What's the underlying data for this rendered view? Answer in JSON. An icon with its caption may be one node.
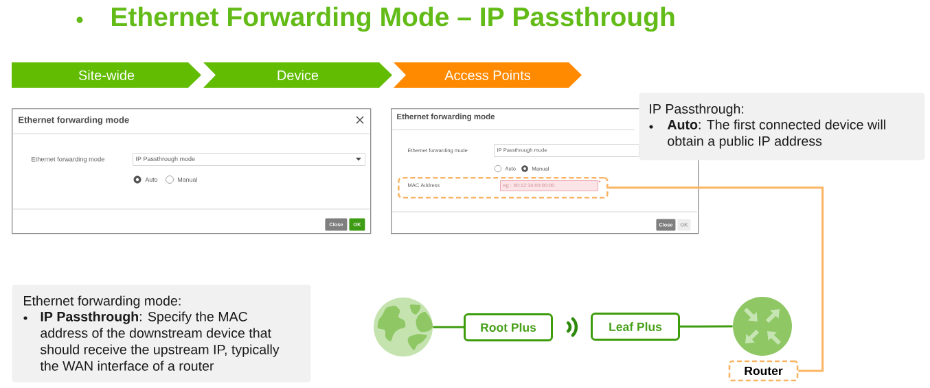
{
  "diagram": {
    "title": "Ethernet Forwarding Mode – IP Passthrough",
    "nodes": [
      {
        "text": [
          "Site-wide"
        ]
      },
      {
        "text": [
          "Device"
        ]
      },
      {
        "text": [
          "Access Points"
        ]
      },
      {
        "text": [
          "Ethernet forwarding mode",
          "Ethernet forwarding mode",
          "Auto",
          "Manual"
        ]
      },
      {
        "text": [
          "IP Passthrough mode"
        ],
        "in": 3
      },
      {
        "text": [
          "Close"
        ],
        "in": 3
      },
      {
        "text": [
          "OK"
        ],
        "in": 3
      },
      {
        "text": [
          "Ethernet forwarding mode",
          "Ethernet forwarding mode",
          "Auto",
          "Manual"
        ]
      },
      {
        "text": [
          "IP Passthrough mode"
        ],
        "in": 7
      },
      {
        "text": [
          "MAC Address",
          "*"
        ],
        "in": 7
      },
      {
        "text": [
          "eg : 00:12:34:00:00:00"
        ],
        "in": 9
      },
      {
        "text": [
          "Close"
        ],
        "in": 7
      },
      {
        "text": [
          "OK"
        ],
        "in": 7
      },
      {
        "text": [
          "IP Passthrough:",
          "**Auto**: The first connected device will obtain a public IP address"
        ]
      },
      {
        "text": [
          "Ethernet forwarding mode:",
          "**IP Passthrough**: Specify the MAC address of the downstream device that should receive the upstream IP, typically the WAN interface of a router"
        ]
      },
      {
        "text": [],
        "shape": "picture"
      },
      {
        "text": [
          "Root Plus"
        ]
      },
      {
        "text": [
          "Leaf Plus"
        ]
      },
      {
        "text": [],
        "shape": "picture"
      },
      {
        "text": [
          "Router"
        ]
      }
    ],
    "edges": [
      {
        "from": 15,
        "to": 16,
        "arrow": "none"
      },
      {
        "from": 17,
        "to": 18,
        "arrow": "none"
      },
      {
        "from": 9,
        "to": 19,
        "arrow": "none",
        "color": "#fbb562"
      }
    ]
  }
}
